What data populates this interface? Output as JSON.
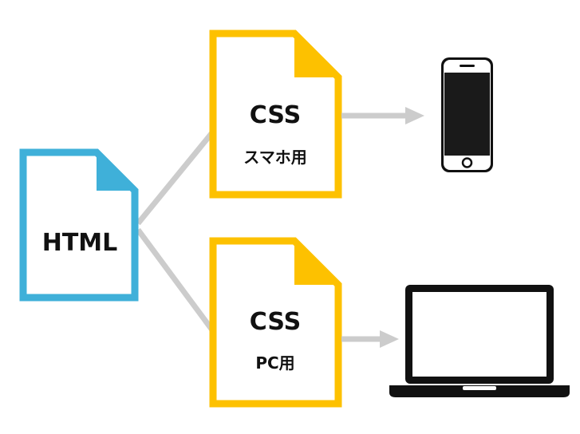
{
  "html_doc": {
    "label": "HTML",
    "color": "#3fb0d9",
    "icon": "document-icon"
  },
  "css_smartphone": {
    "title": "CSS",
    "subtitle": "スマホ用",
    "color": "#fdc100",
    "icon": "document-icon"
  },
  "css_pc": {
    "title": "CSS",
    "subtitle": "PC用",
    "color": "#fdc100",
    "icon": "document-icon"
  },
  "devices": {
    "smartphone": {
      "icon": "smartphone-icon",
      "color": "#111111"
    },
    "laptop": {
      "icon": "laptop-icon",
      "color": "#111111"
    }
  },
  "connector_color": "#cccccc",
  "arrow_color": "#cccccc"
}
